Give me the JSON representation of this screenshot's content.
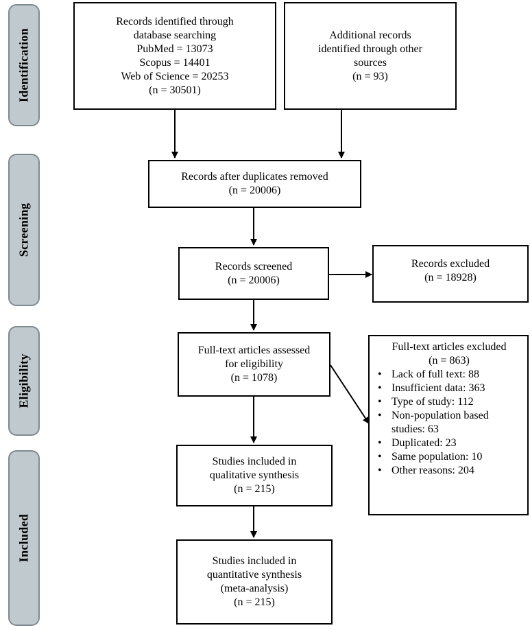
{
  "stages": {
    "identification": "Identification",
    "screening": "Screening",
    "eligibility": "Eligibility",
    "included": "Included"
  },
  "boxes": {
    "db_search": [
      "Records identified through",
      "database searching",
      "PubMed = 13073",
      "Scopus = 14401",
      "Web of Science = 20253",
      "(n = 30501)"
    ],
    "other_sources": [
      "Additional records",
      "identified through other",
      "sources",
      "(n = 93)"
    ],
    "dedup": [
      "Records after duplicates removed",
      "(n = 20006)"
    ],
    "screened": [
      "Records screened",
      "(n = 20006)"
    ],
    "excluded": [
      "Records excluded",
      "(n = 18928)"
    ],
    "fulltext": [
      "Full-text articles assessed",
      "for eligibility",
      "(n = 1078)"
    ],
    "qualitative": [
      "Studies included in",
      "qualitative synthesis",
      "(n = 215)"
    ],
    "quantitative": [
      "Studies included in",
      "quantitative synthesis",
      "(meta-analysis)",
      "(n = 215)"
    ]
  },
  "fulltext_excluded": {
    "title": "Full-text articles excluded",
    "count": "(n = 863)",
    "reasons": [
      [
        "Lack of full text: 88"
      ],
      [
        "Insufficient data: 363"
      ],
      [
        "Type of study: 112"
      ],
      [
        "Non-population based",
        "studies: 63"
      ],
      [
        "Duplicated: 23"
      ],
      [
        "Same population: 10"
      ],
      [
        "Other reasons: 204"
      ]
    ]
  }
}
